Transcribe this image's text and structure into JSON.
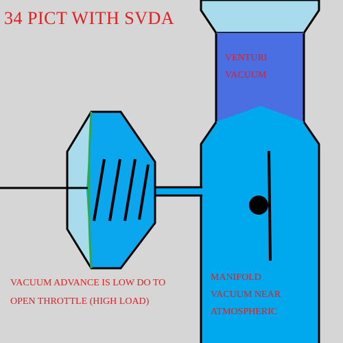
{
  "title": "34 PICT WITH SVDA",
  "venturi_label": {
    "line1": "VENTURI",
    "line2": "VACUUM"
  },
  "manifold_label": {
    "line1": "MANIFOLD",
    "line2": "VACUUM NEAR",
    "line3": "ATMOSPHERIC"
  },
  "advance_label": {
    "line1": "VACUUM ADVANCE IS LOW DO TO",
    "line2": "OPEN THROTTLE (HIGH LOAD)"
  },
  "colors": {
    "background": "#d6d6d6",
    "air_horn": "#a8dced",
    "venturi": "#4a6fe3",
    "manifold": "#00a8ee",
    "diaphragm_fill": "#0aa6ee",
    "canister_left": "#a8dced",
    "diaphragm_line": "#2fa84a",
    "text": "#e02020",
    "outline": "#000000"
  }
}
